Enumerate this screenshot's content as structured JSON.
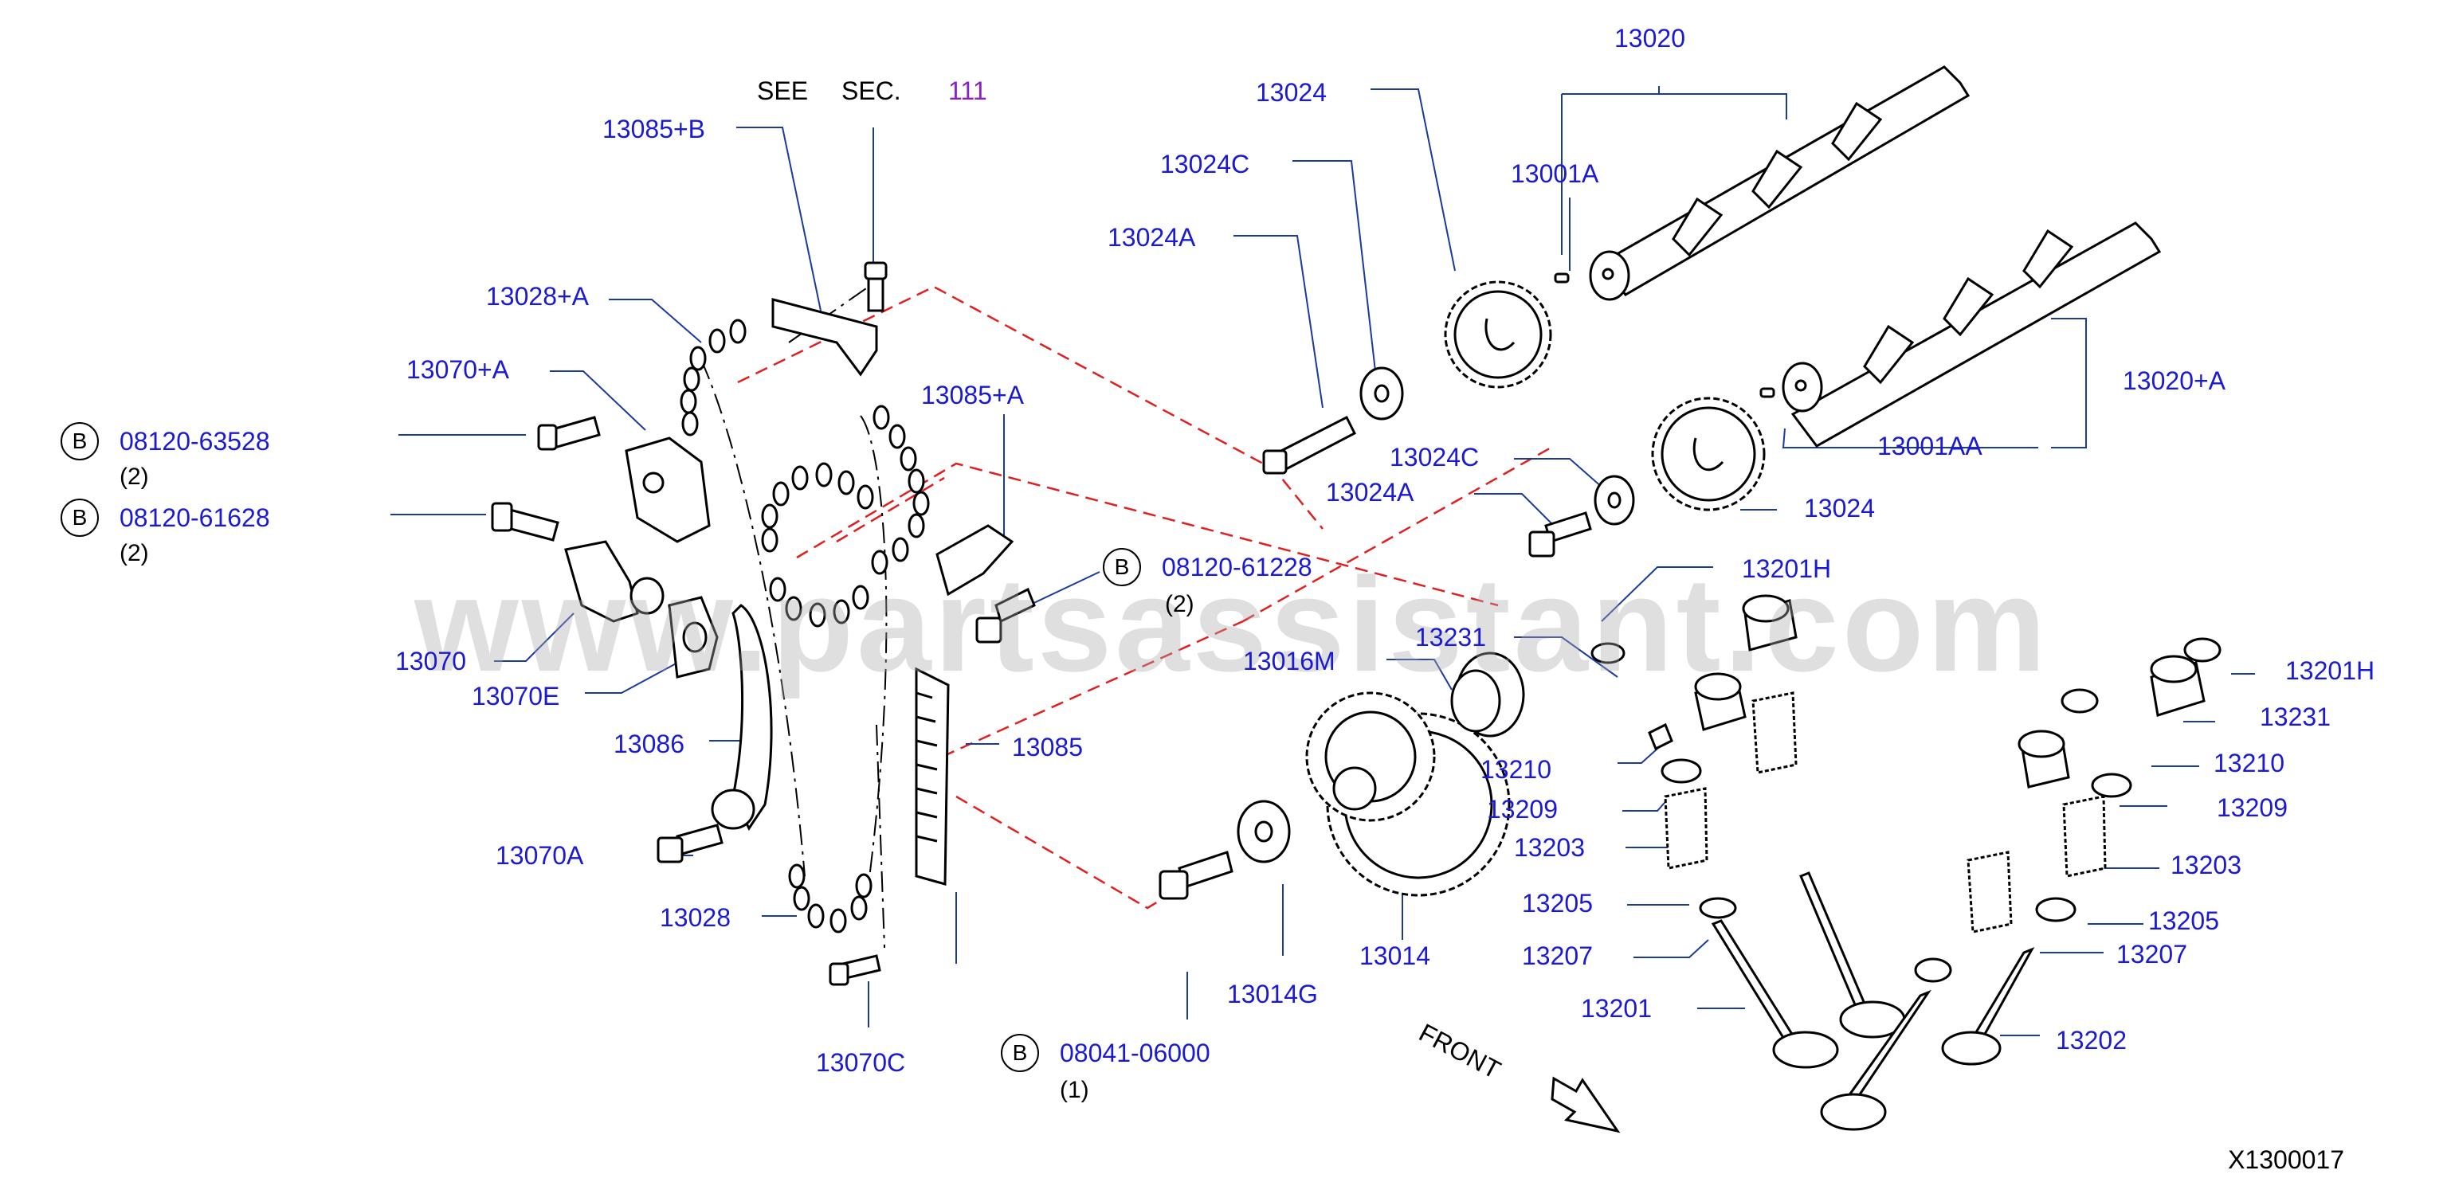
{
  "header": {
    "see": "SEE",
    "sec": "SEC.",
    "sec_num": "111"
  },
  "parts": {
    "p13020": "13020",
    "p13024_top": "13024",
    "p13024C_top": "13024C",
    "p13024A_top": "13024A",
    "p13001A": "13001A",
    "p13085B": "13085+B",
    "p13028A": "13028+A",
    "p13070A_plus": "13070+A",
    "p13085A_plus": "13085+A",
    "p13020A_plus": "13020+A",
    "p13001AA": "13001AA",
    "p13024C_mid": "13024C",
    "p13024A_mid": "13024A",
    "p13024_mid": "13024",
    "p13201H_mid": "13201H",
    "p13231_mid": "13231",
    "p13016M": "13016M",
    "p13070": "13070",
    "p13070E": "13070E",
    "p13086": "13086",
    "p13085": "13085",
    "p13070A": "13070A",
    "p13028": "13028",
    "p13070C": "13070C",
    "p13014": "13014",
    "p13014G": "13014G",
    "p13210_mid": "13210",
    "p13209_mid": "13209",
    "p13203_mid": "13203",
    "p13205_mid": "13205",
    "p13207_mid": "13207",
    "p13201": "13201",
    "p13201H_right": "13201H",
    "p13231_right": "13231",
    "p13210_right": "13210",
    "p13209_right": "13209",
    "p13203_right": "13203",
    "p13205_right": "13205",
    "p13207_right": "13207",
    "p13202": "13202"
  },
  "bolts": [
    {
      "mark": "B",
      "part": "08120-63528",
      "qty": "(2)"
    },
    {
      "mark": "B",
      "part": "08120-61628",
      "qty": "(2)"
    },
    {
      "mark": "B",
      "part": "08120-61228",
      "qty": "(2)"
    },
    {
      "mark": "B",
      "part": "08041-06000",
      "qty": "(1)"
    }
  ],
  "front_label": "FRONT",
  "watermark": "www.partsassistant.com",
  "diagram_ref": "X1300017",
  "colors": {
    "label": "#1a1ad6",
    "section_ref": "#8a20c8",
    "dashed_guide": "#e02020",
    "line_art": "#000000"
  }
}
